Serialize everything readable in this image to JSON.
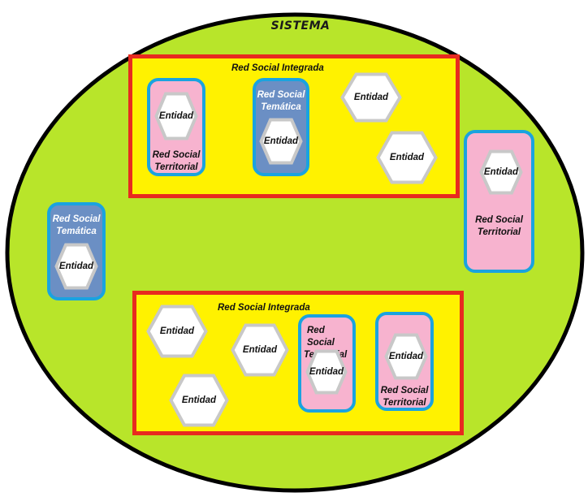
{
  "system": {
    "title": "SISTEMA"
  },
  "entity_label": "Entidad",
  "groups": [
    {
      "title": "Red Social Integrada"
    },
    {
      "title": "Red Social Integrada"
    }
  ],
  "networks": [
    {
      "kind": "Territorial",
      "label_line1": "Red Social",
      "label_line2": "Territorial"
    },
    {
      "kind": "Temática",
      "label_line1": "Red Social",
      "label_line2": "Temática"
    },
    {
      "kind": "Territorial",
      "label_line1": "Red Social",
      "label_line2": "Territorial"
    },
    {
      "kind": "Temática",
      "label_line1": "Red Social",
      "label_line2": "Temática"
    },
    {
      "kind": "Territorial",
      "label_line1": "Red Social",
      "label_line2": "Territorial"
    },
    {
      "kind": "Territorial",
      "label_line1": "Red Social",
      "label_line2": "Territorial"
    }
  ],
  "colors": {
    "system_fill": "#b8e52a",
    "group_fill": "#fff200",
    "group_border": "#e82a1f",
    "territorial_fill": "#f7b3cf",
    "tematica_fill": "#6b8fc4",
    "network_border": "#1aa3df",
    "entity_fill": "#ffffff",
    "entity_border": "#c8c8c8"
  }
}
